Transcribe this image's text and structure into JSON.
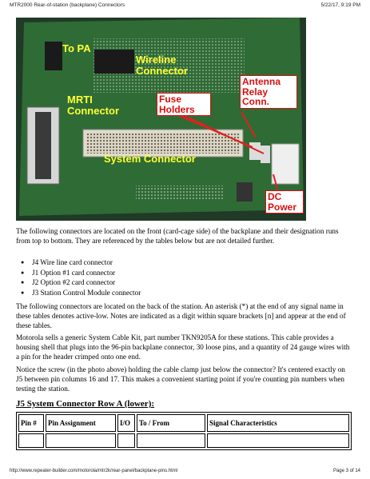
{
  "header": {
    "title": "MTR2000 Rear-of-station (backplane) Connectors",
    "datetime": "5/22/17, 9:19 PM"
  },
  "photo_labels": {
    "to_pa": "To PA",
    "wireline": "Wireline Connector",
    "mrti": "MRTI Connector",
    "antenna_relay": "Antenna Relay Conn.",
    "fuse_holders": "Fuse Holders",
    "system_connector": "System Connector",
    "dc_power": "DC Power"
  },
  "body": {
    "intro": "The following connectors are located on the front (card-cage side) of the backplane and their designation runs from top to bottom. They are referenced by the tables below but are not detailed further.",
    "bullets": [
      "J4 Wire line card connector",
      "J1 Option #1 card connector",
      "J2 Option #2 card connector",
      "J3 Station Control Module connector"
    ],
    "para2": "The following connectors are located on the back of the station. An asterisk (*) at the end of any signal name in these tables denotes active-low. Notes are indicated as a digit within square brackets [n] and appear at the end of these tables.",
    "para3": "Motorola sells a generic System Cable Kit, part number TKN9205A for these stations. This cable provides a housing shell that plugs into the 96-pin backplane connector, 30 loose pins, and a quantity of 24 gauge wires with a pin for the header crimped onto one end.",
    "para4": "Notice the screw (in the photo above) holding the cable clamp just below the connector? It's centered exactly on J5 between pin columns 16 and 17. This makes a convenient starting point if you're counting pin numbers when testing the station.",
    "section_title": "J5 System Connector Row A (lower):"
  },
  "table": {
    "headers": [
      "Pin #",
      "Pin Assignment",
      "I/O",
      "To / From",
      "Signal Characteristics"
    ]
  },
  "footer": {
    "url": "http://www.repeater-builder.com/motorola/mtr2k/rear-panel/backplane-pins.html",
    "page": "Page 3 of 14"
  },
  "colors": {
    "board": "#2f6b35",
    "label_yellow": "#ffff33",
    "label_red": "#d91010"
  }
}
